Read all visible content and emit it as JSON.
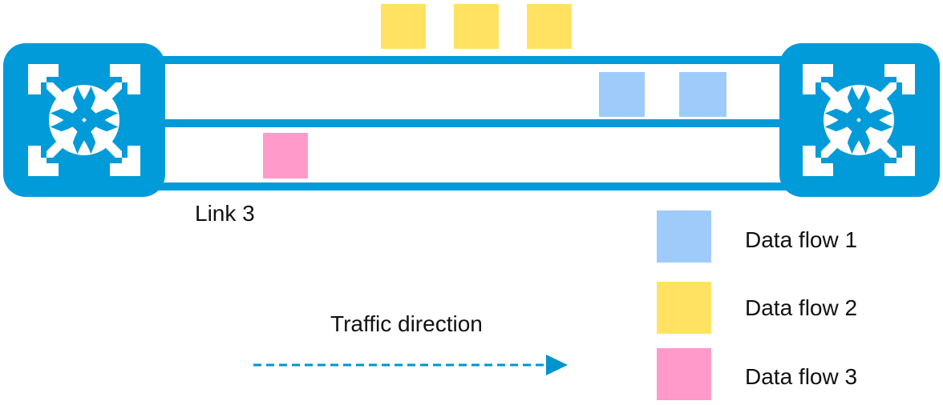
{
  "colors": {
    "switch": "#009BD8",
    "link_stroke": "#009BD8",
    "flow_1": "#9ECBFA",
    "flow_2": "#FFE261",
    "flow_3": "#FF9ACB",
    "arrow": "#0094CC"
  },
  "icons": {
    "left_switch": "switch-icon",
    "right_switch": "switch-icon"
  },
  "links": {
    "link3_label": "Link 3"
  },
  "legend": {
    "items": [
      {
        "label": "Data flow 1"
      },
      {
        "label": "Data flow 2"
      },
      {
        "label": "Data flow 3"
      }
    ]
  },
  "traffic": {
    "label": "Traffic direction"
  }
}
